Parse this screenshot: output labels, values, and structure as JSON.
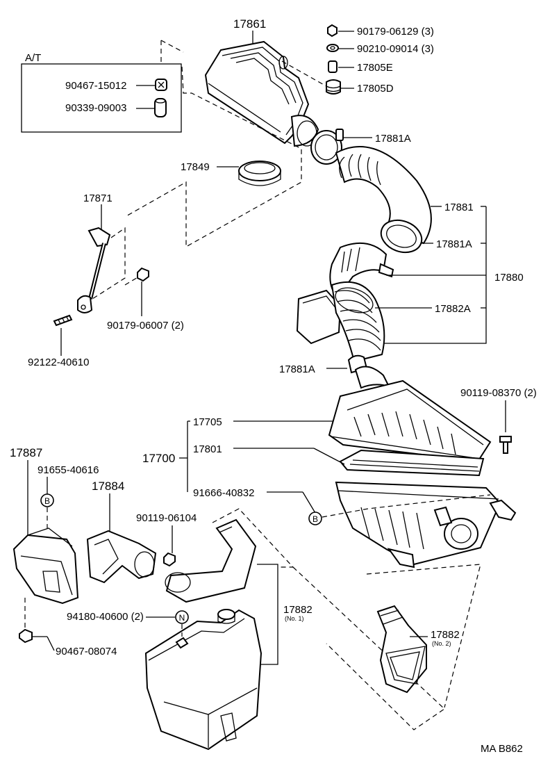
{
  "diagram": {
    "box_label": "A/T",
    "figure_code": "MA B862",
    "marker_b": "B",
    "marker_n": "N",
    "parts": {
      "p17861": "17861",
      "p90179_06129": "90179-06129 (3)",
      "p90210_09014": "90210-09014 (3)",
      "p17805E": "17805E",
      "p17805D": "17805D",
      "p90467_15012": "90467-15012",
      "p90339_09003": "90339-09003",
      "p17881A_top": "17881A",
      "p17849": "17849",
      "p17871": "17871",
      "p17881": "17881",
      "p17881A_mid": "17881A",
      "p17880": "17880",
      "p17882A": "17882A",
      "p90179_06007": "90179-06007 (2)",
      "p92122_40610": "92122-40610",
      "p17881A_low": "17881A",
      "p90119_08370": "90119-08370 (2)",
      "p17705": "17705",
      "p17801": "17801",
      "p17700": "17700",
      "p17887": "17887",
      "p91655_40616": "91655-40616",
      "p91666_40832": "91666-40832",
      "p17884": "17884",
      "p90119_06104": "90119-06104",
      "p94180_40600": "94180-40600 (2)",
      "p17882_no1": "17882",
      "p17882_no1_sub": "(No. 1)",
      "p17882_no2": "17882",
      "p17882_no2_sub": "(No. 2)",
      "p90467_08074": "90467-08074"
    }
  }
}
